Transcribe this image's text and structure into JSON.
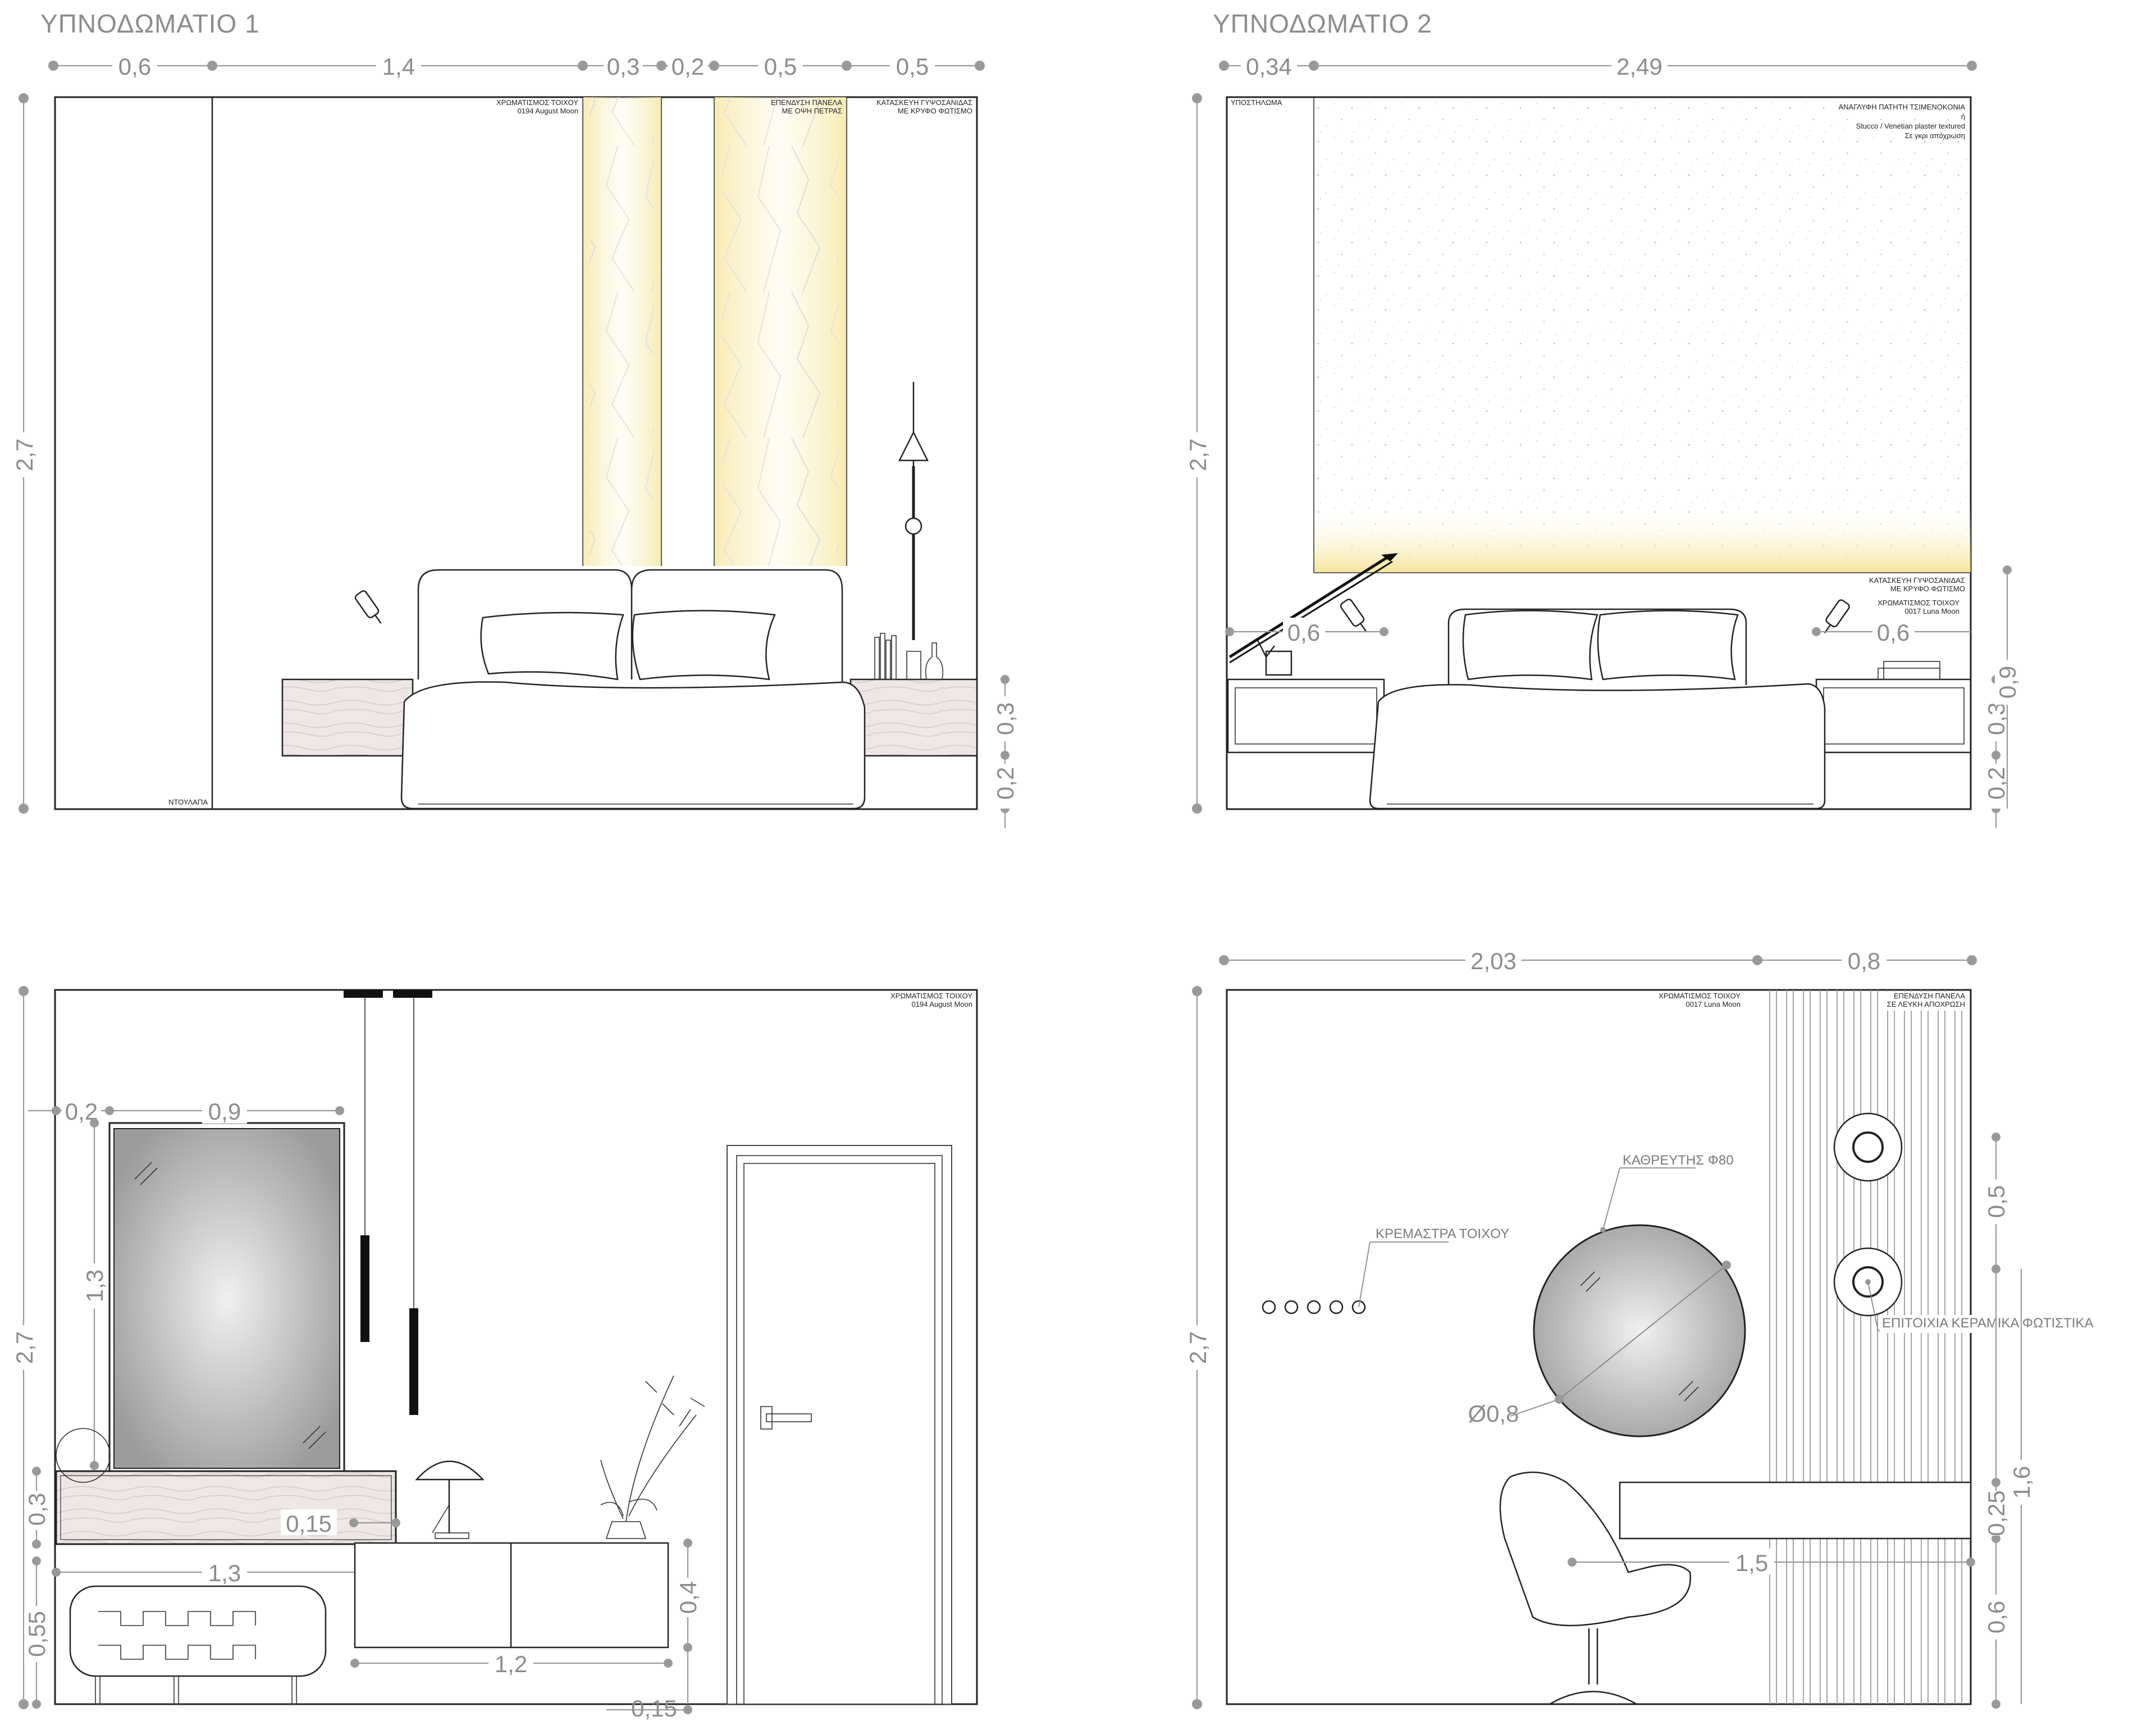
{
  "titles": {
    "bedroom1": "ΥΠΝΟΔΩΜΑΤΙΟ 1",
    "bedroom2": "ΥΠΝΟΔΩΜΑΤΙΟ 2"
  },
  "panel1": {
    "dims_top": [
      "0,6",
      "1,4",
      "0,3",
      "0,2",
      "0,5",
      "0,5"
    ],
    "height": "2,7",
    "right_dims": [
      "0,3",
      "0,2"
    ],
    "notes": {
      "wall_paint_line1": "ΧΡΩΜΑΤΙΣΜΟΣ ΤΟΙΧΟΥ",
      "wall_paint_line2": "0194 August Moon",
      "panel_line1": "ΕΠΕΝΔΥΣΗ ΠΑΝΕΛΑ",
      "panel_line2": "ΜΕ ΟΨΗ ΠΕΤΡΑΣ",
      "drywall_line1": "ΚΑΤΑΣΚΕΥΗ ΓΥΨΟΣΑΝΙΔΑΣ",
      "drywall_line2": "ΜΕ ΚΡΥΦΟ ΦΩΤΙΣΜΟ",
      "wardrobe": "ΝΤΟΥΛΑΠΑ"
    }
  },
  "panel2": {
    "dims_top": [
      "0,34",
      "2,49"
    ],
    "height": "2,7",
    "nightstand_left": "0,6",
    "nightstand_right": "0,6",
    "right_dims": [
      "0,3",
      "0,2",
      "0,9"
    ],
    "notes": {
      "ceiling": "ΥΠΟΣΤΗΛΩΜΑ",
      "plaster_line1": "ΑΝΑΓΛΥΦΗ ΠΑΤΗΤΗ ΤΣΙΜΕΝΟΚΟΝΙΑ",
      "plaster_line2": "ή",
      "plaster_line3": "Stucco / Venetian plaster textured",
      "plaster_line4": "Σε γκρι απόχρωση",
      "drywall_line1": "ΚΑΤΑΣΚΕΥΗ ΓΥΨΟΣΑΝΙΔΑΣ",
      "drywall_line2": "ΜΕ ΚΡΥΦΟ ΦΩΤΙΣΜΟ",
      "wall_paint_line1": "ΧΡΩΜΑΤΙΣΜΟΣ ΤΟΙΧΟΥ",
      "wall_paint_line2": "0017 Luna Moon"
    }
  },
  "panel3": {
    "height": "2,7",
    "mirror_offset": "0,2",
    "mirror_width": "0,9",
    "mirror_height": "1,3",
    "shelf_height": "0,3",
    "shelf_gap": "0,15",
    "bench_width": "1,3",
    "bench_height": "0,55",
    "cabinet_height": "0,4",
    "cabinet_width": "1,2",
    "floor_gap": "0,15",
    "notes": {
      "wall_paint_line1": "ΧΡΩΜΑΤΙΣΜΟΣ ΤΟΙΧΟΥ",
      "wall_paint_line2": "0194 August Moon"
    }
  },
  "panel4": {
    "dims_top": [
      "2,03",
      "0,8"
    ],
    "height": "2,7",
    "right_dims": [
      "0,5",
      "1,6",
      "0,25",
      "0,6"
    ],
    "desk_width": "1,5",
    "mirror_diameter": "Ø0,8",
    "notes": {
      "wall_paint_line1": "ΧΡΩΜΑΤΙΣΜΟΣ ΤΟΙΧΟΥ",
      "wall_paint_line2": "0017 Luna Moon",
      "panel_line1": "ΕΠΕΝΔΥΣΗ ΠΑΝΕΛΑ",
      "panel_line2": "ΣΕ ΛΕΥΚΗ ΑΠΟΧΡΩΣΗ",
      "mirror_label": "ΚΑΘΡΕΥΤΗΣ Φ80",
      "hooks_label": "ΚΡΕΜΑΣΤΡΑ ΤΟΙΧΟΥ",
      "lights_label": "ΕΠΙΤΟΙΧΙΑ ΚΕΡΑΜΙΚΑ ΦΩΤΙΣΤΙΚΑ"
    }
  }
}
